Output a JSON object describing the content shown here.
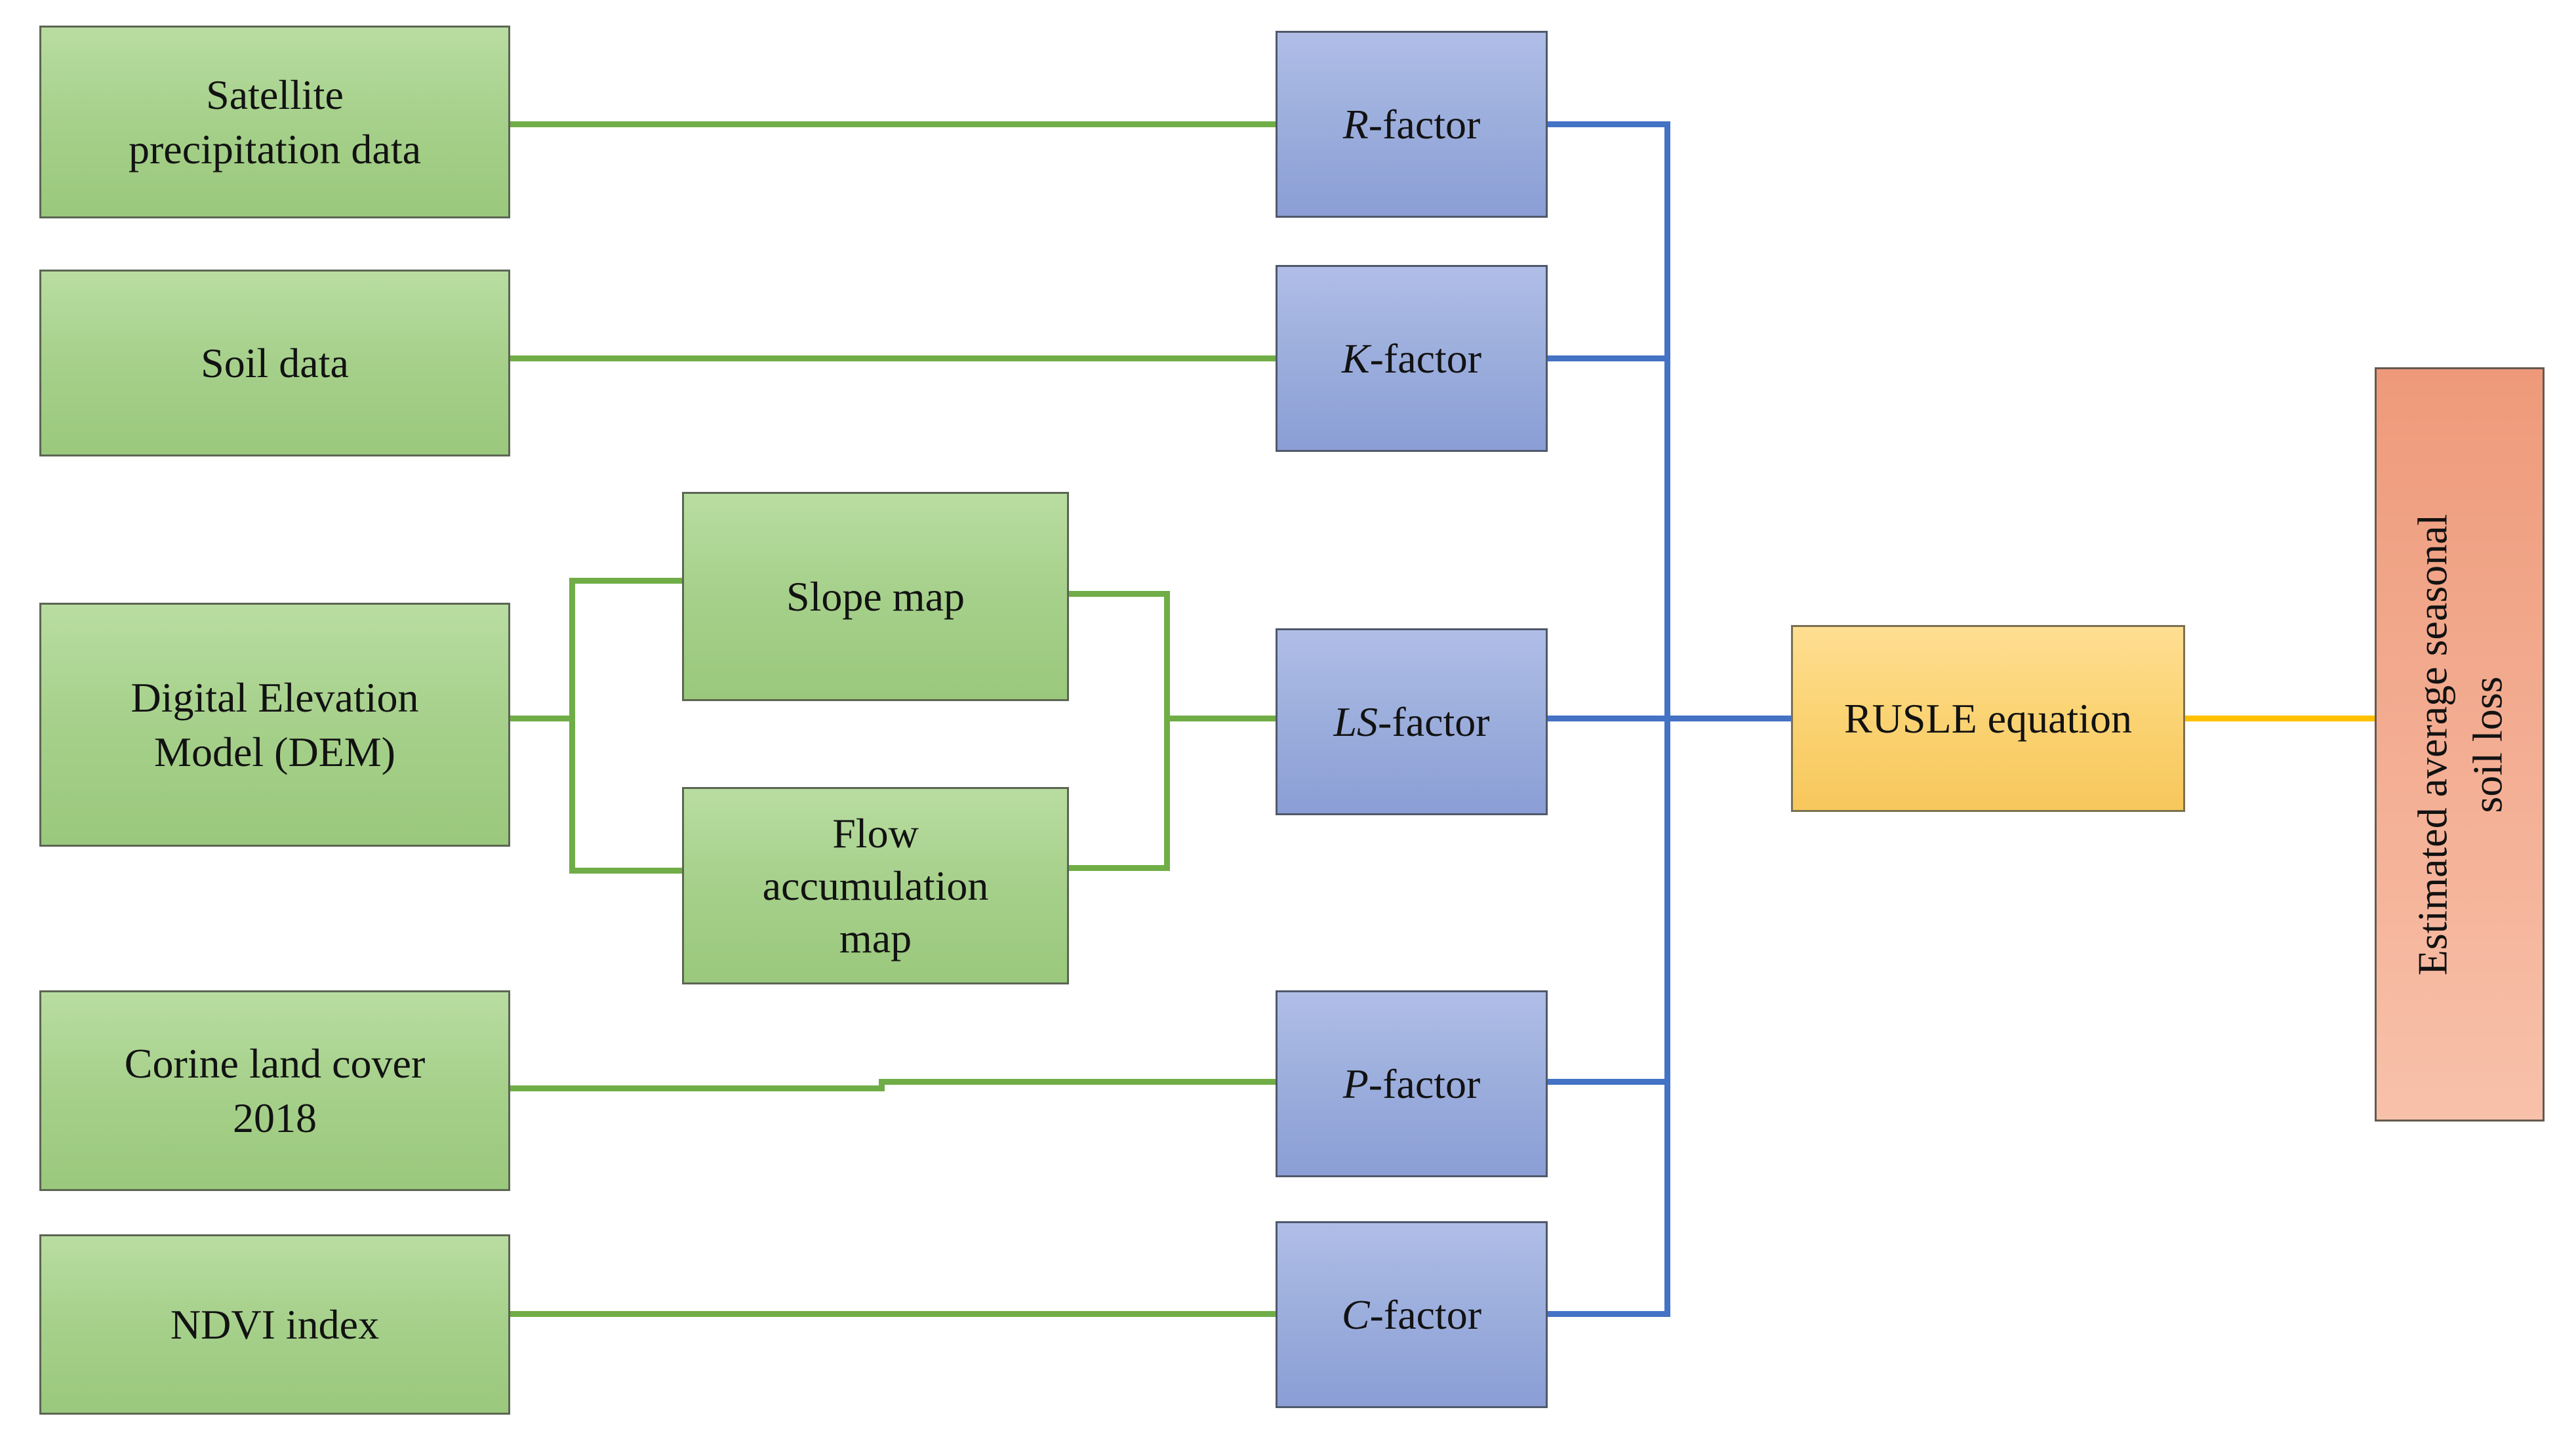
{
  "diagram": {
    "inputs": [
      {
        "id": "satellite-precipitation-data",
        "lines": [
          "Satellite",
          "precipitation data"
        ]
      },
      {
        "id": "soil-data",
        "lines": [
          "Soil data"
        ]
      },
      {
        "id": "digital-elevation-model",
        "lines": [
          "Digital Elevation",
          "Model (DEM)"
        ]
      },
      {
        "id": "corine-land-cover-2018",
        "lines": [
          "Corine land cover",
          "2018"
        ]
      },
      {
        "id": "ndvi-index",
        "lines": [
          "NDVI index"
        ]
      }
    ],
    "derived_maps": [
      {
        "id": "slope-map",
        "lines": [
          "Slope map"
        ]
      },
      {
        "id": "flow-accumulation-map",
        "lines": [
          "Flow",
          "accumulation",
          "map"
        ]
      }
    ],
    "factors": [
      {
        "id": "r-factor",
        "symbol": "R",
        "suffix": "-factor"
      },
      {
        "id": "k-factor",
        "symbol": "K",
        "suffix": "-factor"
      },
      {
        "id": "ls-factor",
        "symbol": "LS",
        "suffix": "-factor"
      },
      {
        "id": "p-factor",
        "symbol": "P",
        "suffix": "-factor"
      },
      {
        "id": "c-factor",
        "symbol": "C",
        "suffix": "-factor"
      }
    ],
    "equation": {
      "label": "RUSLE equation"
    },
    "output": {
      "lines": [
        "Estimated average seasonal",
        "soil loss"
      ]
    },
    "colors": {
      "input_box_fill": "#a9d18e",
      "factor_box_fill": "#9dafdd",
      "equation_box_fill": "#fbd475",
      "output_box_fill": "#f2a78b",
      "green_connector": "#70ad47",
      "blue_connector": "#4472c4",
      "yellow_connector": "#ffc000"
    }
  }
}
